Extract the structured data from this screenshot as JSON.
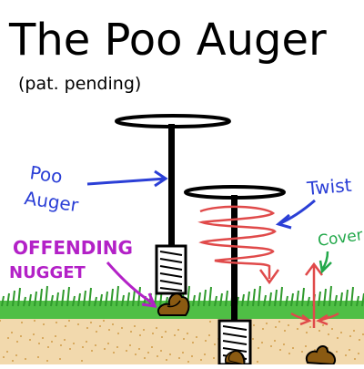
{
  "title": "The Poo Auger",
  "subtitle": "(pat. pending)",
  "labels": {
    "auger_line1": "Poo",
    "auger_line2": "Auger",
    "offending_line1": "OFFENDING",
    "offending_line2": "NUGGET",
    "twist": "Twist",
    "cover": "Cover"
  },
  "colors": {
    "ink": "#000000",
    "auger_label": "#2b3fd6",
    "offending_label": "#b321c7",
    "twist_label": "#e03a3a",
    "cover_label": "#22a84a",
    "grass": "#3fae3a",
    "soil": "#f2d9ad",
    "poo": "#8a5a12"
  }
}
